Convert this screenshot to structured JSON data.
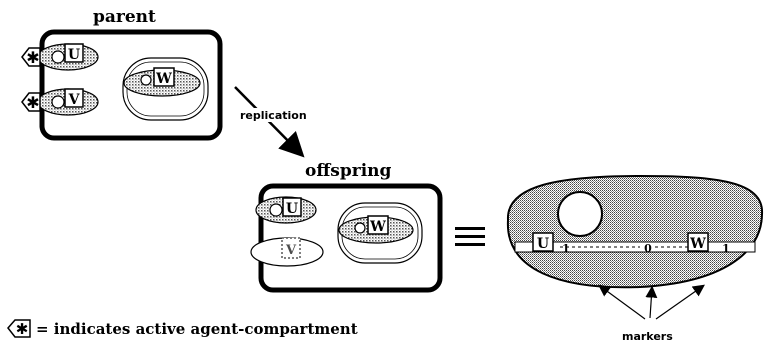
{
  "labels": {
    "parent": "parent",
    "replication": "replication",
    "offspring": "offspring",
    "markers": "markers",
    "legend": "= indicates active agent-compartment"
  },
  "agents": {
    "u": "U",
    "v": "V",
    "w": "W",
    "v_inactive": "V",
    "marker_1a": "1",
    "marker_0": "0",
    "marker_1b": "1"
  },
  "colors": {
    "stroke": "#000000",
    "fill_dots": "#808080",
    "background": "#ffffff"
  },
  "icons": {
    "active_marker": "asterisk-tag-icon"
  }
}
